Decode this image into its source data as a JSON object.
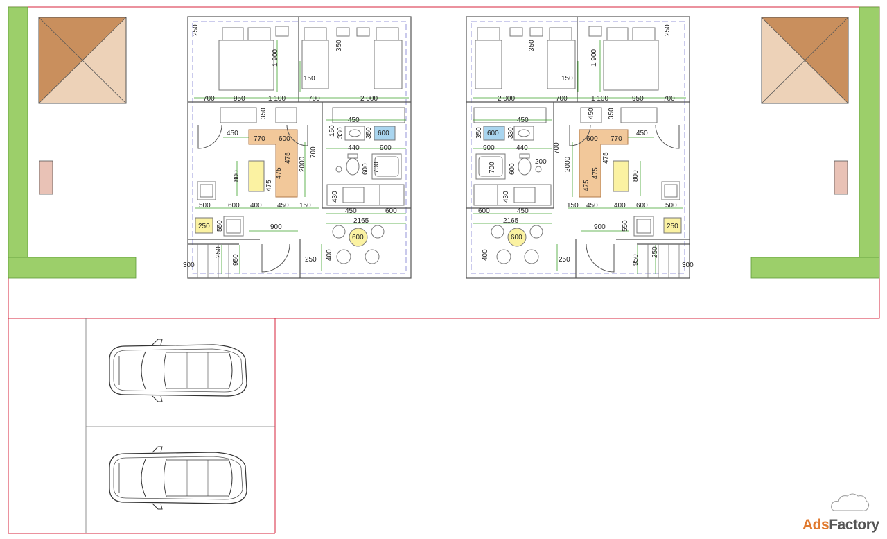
{
  "colors": {
    "boundary": "#d7263d",
    "lawn": "#9ccf6a",
    "lawn_stroke": "#5e9a3a",
    "roof_dark": "#c98f5d",
    "roof_light": "#edd2b8",
    "marker": "#e9c2b6",
    "sofa": "#f2c89a",
    "table": "#fbf2a2",
    "basin": "#a9d5ef",
    "wall": "#555555",
    "dim_tick": "#3da22a",
    "furniture": "#777777"
  },
  "watermark": {
    "part1": "Ads",
    "part2": "Factory"
  },
  "unit_left": {
    "top_dims": [
      "250",
      "1 900",
      "350",
      "150"
    ],
    "row1_dims": [
      "700",
      "950",
      "1 100",
      "700",
      "2 000"
    ],
    "kitchen_dims": [
      "450",
      "450",
      "350",
      "150",
      "330",
      "600",
      "350"
    ],
    "sofa_dims": [
      "770",
      "600",
      "475",
      "475",
      "475"
    ],
    "mid_dims": [
      "800",
      "2000",
      "700",
      "440",
      "900",
      "600",
      "700"
    ],
    "row2_dims": [
      "430",
      "500",
      "600",
      "400",
      "450",
      "150"
    ],
    "lower_dims": [
      "250",
      "550",
      "900",
      "450",
      "600",
      "2165",
      "600"
    ],
    "entry_dims": [
      "250",
      "950",
      "300",
      "400",
      "250"
    ]
  },
  "unit_right": {
    "top_dims": [
      "350",
      "150",
      "1 900",
      "250"
    ],
    "row1_dims": [
      "2 000",
      "700",
      "1 100",
      "950",
      "700"
    ],
    "kitchen_dims": [
      "600",
      "350",
      "330",
      "450",
      "450",
      "350",
      "450"
    ],
    "sofa_dims": [
      "600",
      "770",
      "475",
      "475",
      "475"
    ],
    "mid_dims": [
      "900",
      "440",
      "700",
      "600",
      "200",
      "700",
      "2000",
      "800"
    ],
    "row2_dims": [
      "430",
      "150",
      "450",
      "400",
      "600",
      "500"
    ],
    "lower_dims": [
      "600",
      "450",
      "2165",
      "600",
      "900",
      "550",
      "250"
    ],
    "entry_dims": [
      "400",
      "250",
      "950",
      "250",
      "300"
    ]
  }
}
